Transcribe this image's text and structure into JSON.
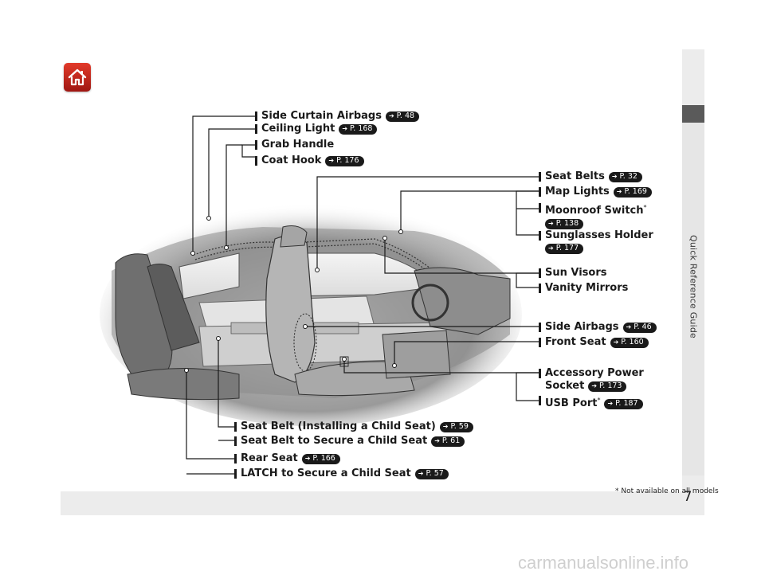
{
  "side_tab": {
    "text": "Quick Reference Guide"
  },
  "page_number": "7",
  "footnote": "* Not available on all models",
  "home_button": {
    "icon": "home-icon"
  },
  "callouts_top": [
    {
      "id": "side-curtain-airbags",
      "label": "Side Curtain Airbags",
      "ref": "P. 48"
    },
    {
      "id": "ceiling-light",
      "label": "Ceiling Light",
      "ref": "P. 168"
    },
    {
      "id": "grab-handle",
      "label": "Grab Handle",
      "ref": ""
    },
    {
      "id": "coat-hook",
      "label": "Coat Hook",
      "ref": "P. 176"
    }
  ],
  "callouts_right": [
    {
      "id": "seat-belts",
      "label": "Seat Belts",
      "ref": "P. 32"
    },
    {
      "id": "map-lights",
      "label": "Map Lights",
      "ref": "P. 169"
    },
    {
      "id": "moonroof-switch",
      "label": "Moonroof Switch",
      "sup": "*",
      "ref": "P. 138"
    },
    {
      "id": "sunglasses-holder",
      "label": "Sunglasses Holder",
      "ref": "P. 177"
    },
    {
      "id": "sun-visors",
      "label": "Sun Visors",
      "ref": ""
    },
    {
      "id": "vanity-mirrors",
      "label": "Vanity Mirrors",
      "ref": ""
    },
    {
      "id": "side-airbags",
      "label": "Side Airbags",
      "ref": "P. 46"
    },
    {
      "id": "front-seat",
      "label": "Front Seat",
      "ref": "P. 160"
    },
    {
      "id": "accessory-power-socket",
      "label": "Accessory Power",
      "label2": "Socket",
      "ref": "P. 173"
    },
    {
      "id": "usb-port",
      "label": "USB Port",
      "sup": "*",
      "ref": "P. 187"
    }
  ],
  "callouts_bottom": [
    {
      "id": "seat-belt-installing",
      "label": "Seat Belt (Installing a Child Seat)",
      "ref": "P. 59"
    },
    {
      "id": "seat-belt-secure",
      "label": "Seat Belt to Secure a Child Seat",
      "ref": "P. 61"
    },
    {
      "id": "rear-seat",
      "label": "Rear Seat",
      "ref": "P. 166"
    },
    {
      "id": "latch",
      "label": "LATCH to Secure a Child Seat",
      "ref": "P. 57"
    }
  ],
  "watermark": "carmanualsonline.info"
}
